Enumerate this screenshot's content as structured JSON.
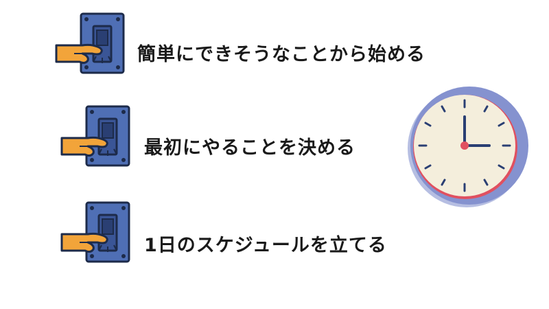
{
  "items": [
    {
      "label": "簡単にできそうなことから始める",
      "icon": "hand-flipping-switch-icon"
    },
    {
      "label": "最初にやることを決める",
      "icon": "hand-flipping-switch-icon"
    },
    {
      "label": "1日のスケジュールを立てる",
      "icon": "hand-flipping-switch-icon"
    }
  ],
  "clock": {
    "icon": "wall-clock-icon",
    "time": "3:00"
  },
  "colors": {
    "switch_plate": "#4f6fb5",
    "outline": "#1d2b4a",
    "hand": "#f2a43a",
    "clock_rim": "#8592cf",
    "clock_face": "#f4eedc",
    "clock_accent": "#e05060"
  }
}
